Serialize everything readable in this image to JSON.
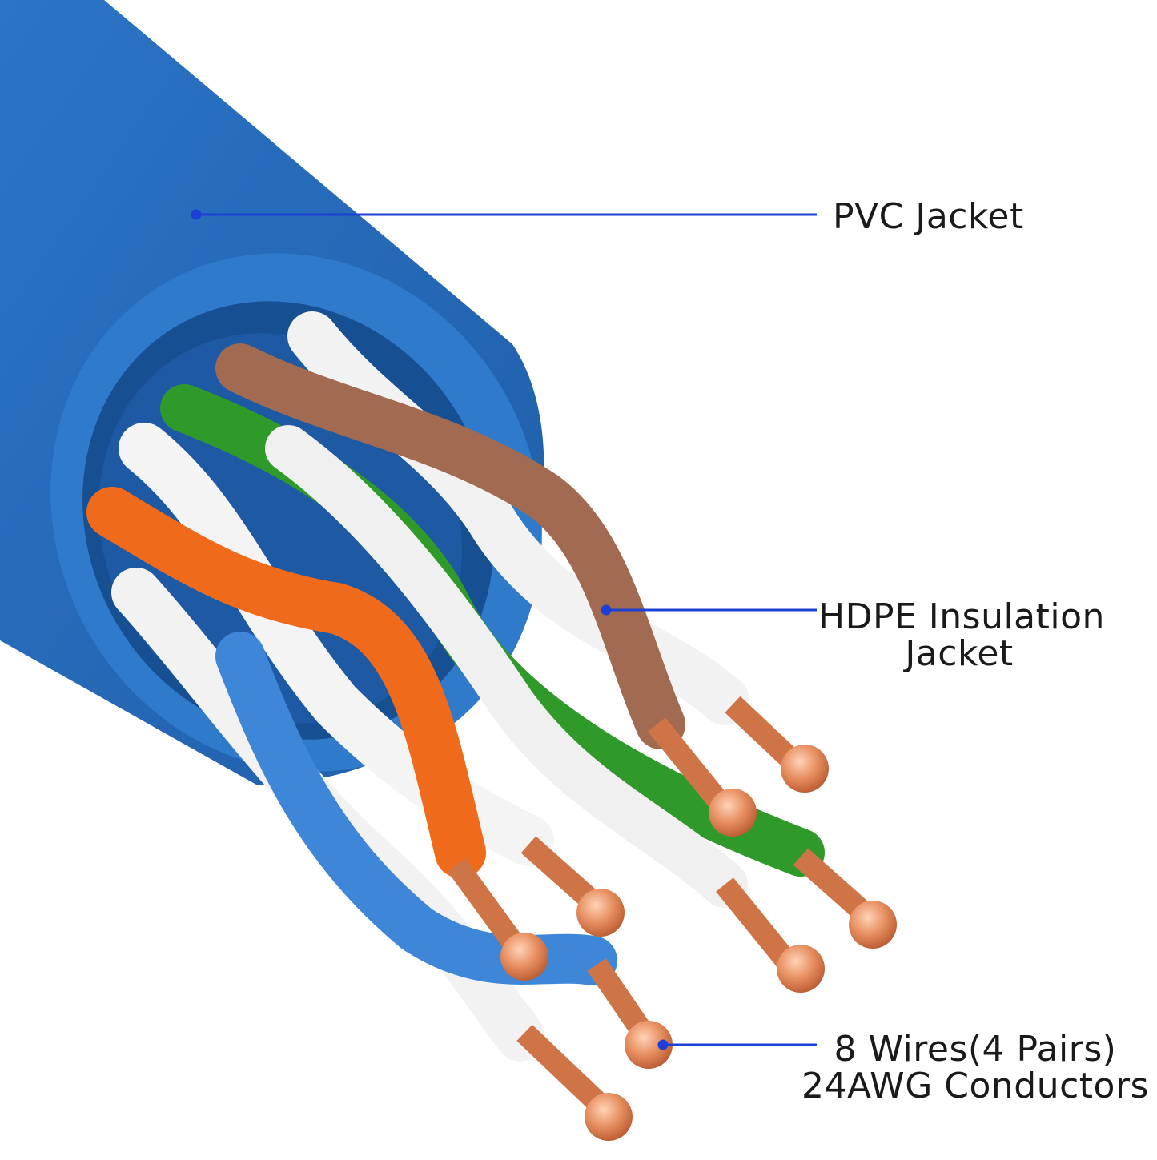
{
  "labels": {
    "pvc_jacket": "PVC Jacket",
    "hdpe_line1": "HDPE Insulation",
    "hdpe_line2": "Jacket",
    "wires_line1": "8 Wires(4 Pairs)",
    "wires_line2": "24AWG Conductors"
  },
  "colors": {
    "jacket_blue": "#2a6fc0",
    "leader_line": "#1c3fd6",
    "copper": "#e48a5e",
    "orange_wire": "#f06a1c",
    "green_wire": "#2f9a2a",
    "brown_wire": "#a0664c",
    "blue_wire": "#3d86d8",
    "white_wire": "#f2f2f2"
  },
  "wires": [
    {
      "name": "brown",
      "color": "brown_wire"
    },
    {
      "name": "white-brown",
      "color": "white_wire"
    },
    {
      "name": "green",
      "color": "green_wire"
    },
    {
      "name": "white-green",
      "color": "white_wire"
    },
    {
      "name": "orange",
      "color": "orange_wire"
    },
    {
      "name": "white-orange",
      "color": "white_wire"
    },
    {
      "name": "blue",
      "color": "blue_wire"
    },
    {
      "name": "white-blue",
      "color": "white_wire"
    }
  ]
}
